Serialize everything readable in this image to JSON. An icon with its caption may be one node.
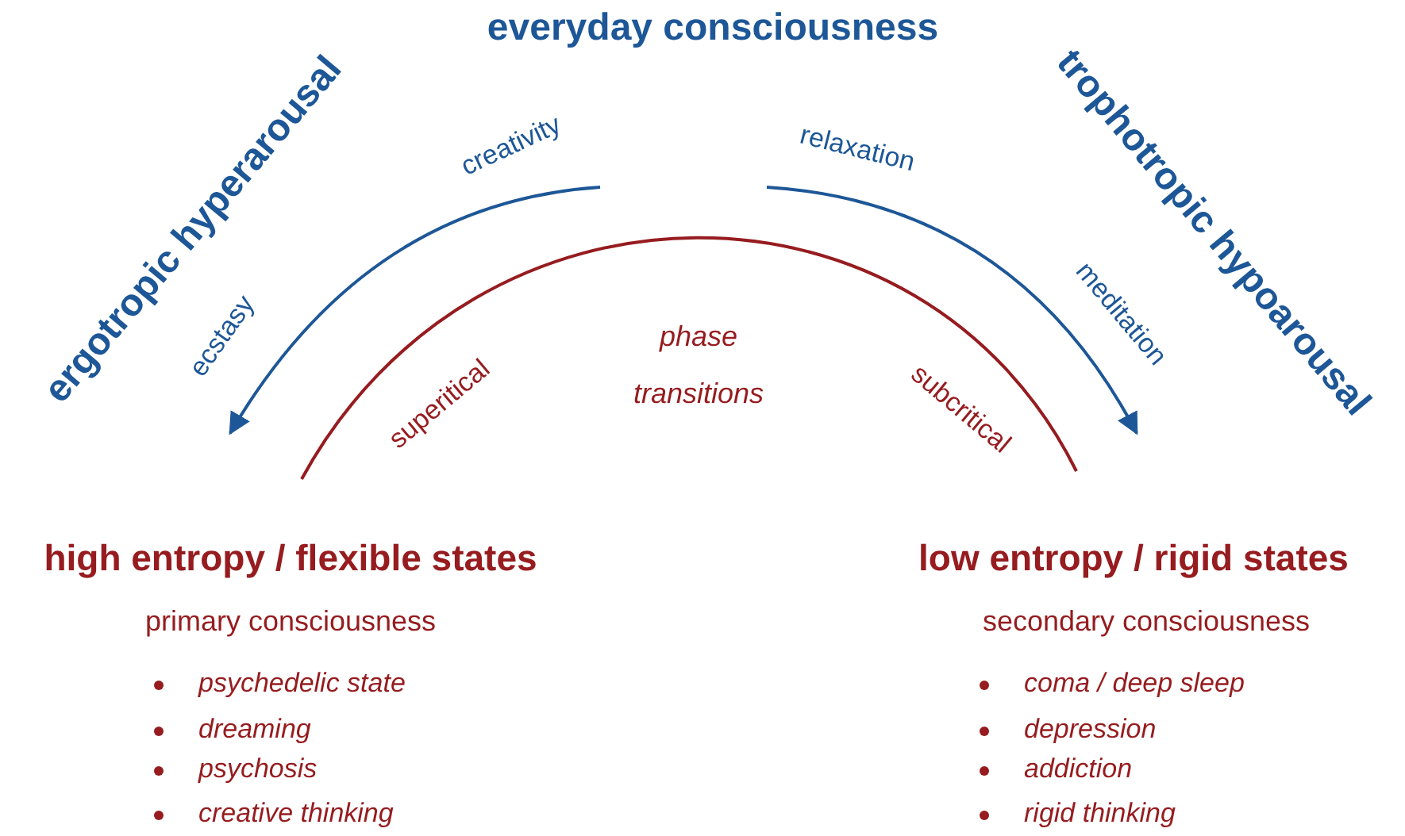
{
  "diagram": {
    "title": "everyday consciousness",
    "labels": [
      "ergotropic hyperarousal",
      "trophotropic hypoarousal",
      "creativity",
      "relaxation",
      "ecstasy",
      "meditation",
      "phase transitions",
      "superitical",
      "subcritical",
      "high entropy / flexible states",
      "low entropy / rigid states",
      "primary consciousness",
      "secondary consciousness",
      "psychedelic state",
      "coma / deep sleep",
      "dreaming",
      "depression",
      "psychosis",
      "addiction",
      "creative thinking",
      "rigid thinking"
    ]
  }
}
